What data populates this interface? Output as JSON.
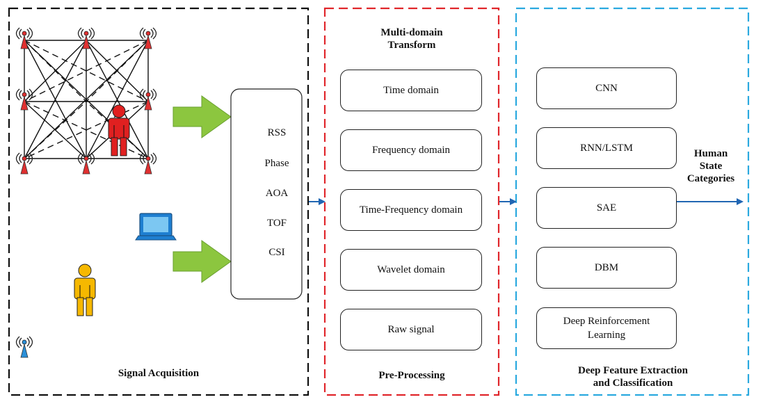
{
  "panels": {
    "acquisition": {
      "title": "Signal Acquisition",
      "signals": [
        "RSS",
        "Phase",
        "AOA",
        "TOF",
        "CSI"
      ]
    },
    "preprocessing": {
      "header": "Multi-domain\nTransform",
      "title": "Pre-Processing",
      "domains": [
        "Time domain",
        "Frequency  domain",
        "Time-Frequency domain",
        "Wavelet domain",
        "Raw signal"
      ]
    },
    "deep": {
      "title": "Deep Feature Extraction\nand Classification",
      "models": [
        "CNN",
        "RNN/LSTM",
        "SAE",
        "DBM",
        "Deep Reinforcement\nLearning"
      ]
    }
  },
  "output": {
    "label": "Human\nState\nCategories"
  },
  "icons": [
    "antenna-icon",
    "person-icon",
    "laptop-icon",
    "green-arrow-icon"
  ],
  "colors": {
    "acquisition_border": "#111111",
    "preprocessing_border": "#e0262b",
    "deep_border": "#2aa9df",
    "arrow_blue": "#2166b3",
    "green_arrow": "#8cc63f",
    "antenna_red": "#e03030",
    "antenna_blue": "#2a8fd8",
    "person_red": "#e02020",
    "person_yellow": "#f6b800",
    "laptop_blue": "#1e7fd1"
  }
}
